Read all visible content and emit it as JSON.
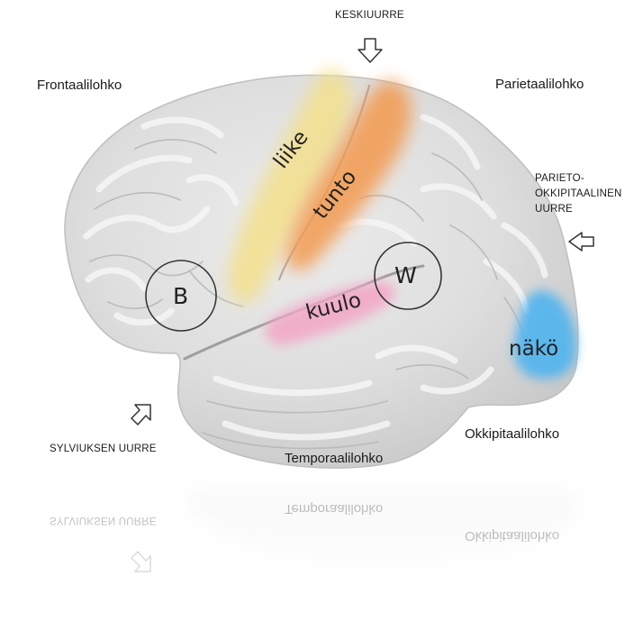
{
  "labels": {
    "central_sulcus": "KESKIUURRE",
    "frontal_lobe": "Frontaalilohko",
    "parietal_lobe": "Parietaalilohko",
    "parieto_occipital_sulcus": [
      "PARIETO-",
      "OKKIPITAALINEN",
      "UURRE"
    ],
    "sylvian_fissure": "SYLVIUKSEN UURRE",
    "temporal_lobe": "Temporaalilohko",
    "occipital_lobe": "Okkipitaalilohko"
  },
  "regions": {
    "motor": "liike",
    "touch": "tunto",
    "hearing": "kuulo",
    "vision": "näkö"
  },
  "areas": {
    "broca": "B",
    "wernicke": "W"
  },
  "colors": {
    "motor": "#f3e08c",
    "touch": "#f39a4f",
    "hearing": "#f2a9c6",
    "vision": "#4fb4ef",
    "cortex": "#dcdcdc",
    "gyrus_line": "#f4f4f4",
    "sulcus_line": "#bdbdbd"
  },
  "icons": [
    "arrow-down-icon",
    "arrow-left-icon",
    "arrow-up-right-icon"
  ]
}
